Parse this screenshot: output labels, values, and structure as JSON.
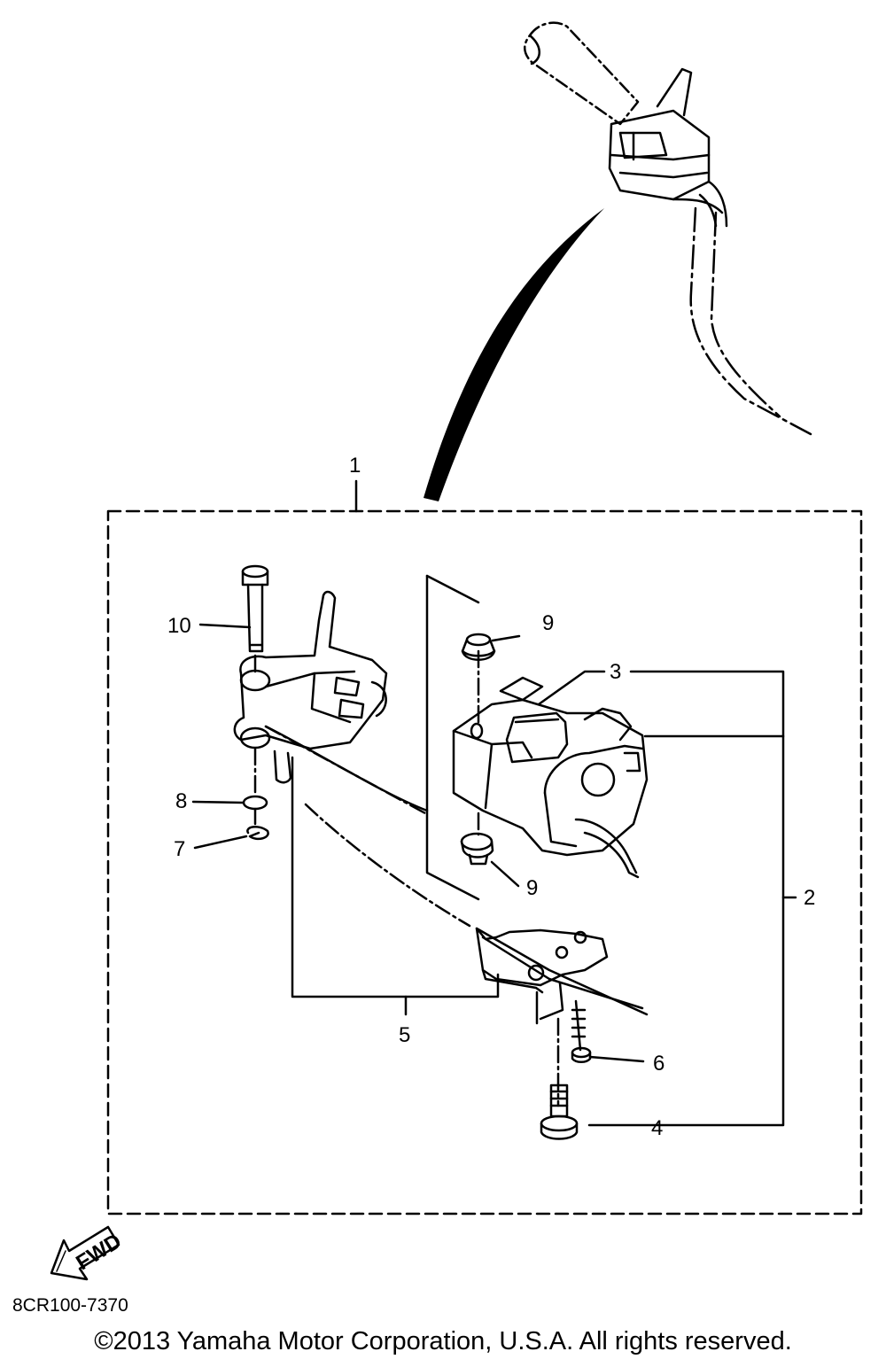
{
  "callouts": {
    "c1": "1",
    "c2": "2",
    "c3": "3",
    "c4": "4",
    "c5": "5",
    "c6": "6",
    "c7": "7",
    "c8": "8",
    "c9a": "9",
    "c9b": "9",
    "c10": "10"
  },
  "fwd_label": "FWD",
  "reference_code": "8CR100-7370",
  "copyright": "©2013 Yamaha Motor Corporation, U.S.A. All rights reserved."
}
